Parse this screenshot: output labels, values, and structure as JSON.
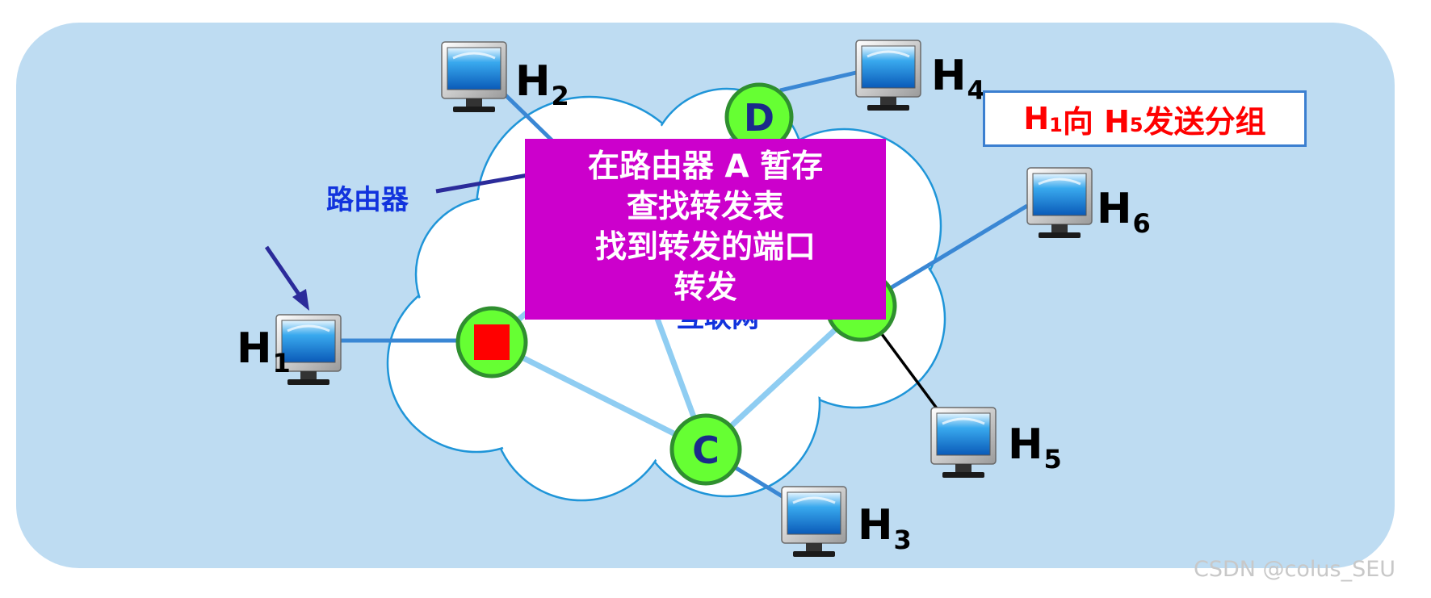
{
  "title": {
    "main": "H",
    "sub1": "1",
    "mid": " 向 H",
    "sub2": "5",
    "tail": " 发送分组"
  },
  "router_label": "路由器",
  "network_label": "互联网",
  "popup_lines": [
    "在路由器 A 暂存",
    "查找转发表",
    "找到转发的端口",
    "转发"
  ],
  "routers": {
    "c": "C",
    "d": "D"
  },
  "hosts": {
    "h1": {
      "letter": "H",
      "index": "1"
    },
    "h2": {
      "letter": "H",
      "index": "2"
    },
    "h3": {
      "letter": "H",
      "index": "3"
    },
    "h4": {
      "letter": "H",
      "index": "4"
    },
    "h5": {
      "letter": "H",
      "index": "5"
    },
    "h6": {
      "letter": "H",
      "index": "6"
    }
  },
  "watermark": "CSDN @colus_SEU",
  "colors": {
    "background_panel": "#bedcf2",
    "router_fill": "#66ff33",
    "router_stroke": "#2f8f2f",
    "packet": "#ff0000",
    "popup": "#cc00cc",
    "title_text": "#ff0000",
    "link": "#3a87d4"
  }
}
